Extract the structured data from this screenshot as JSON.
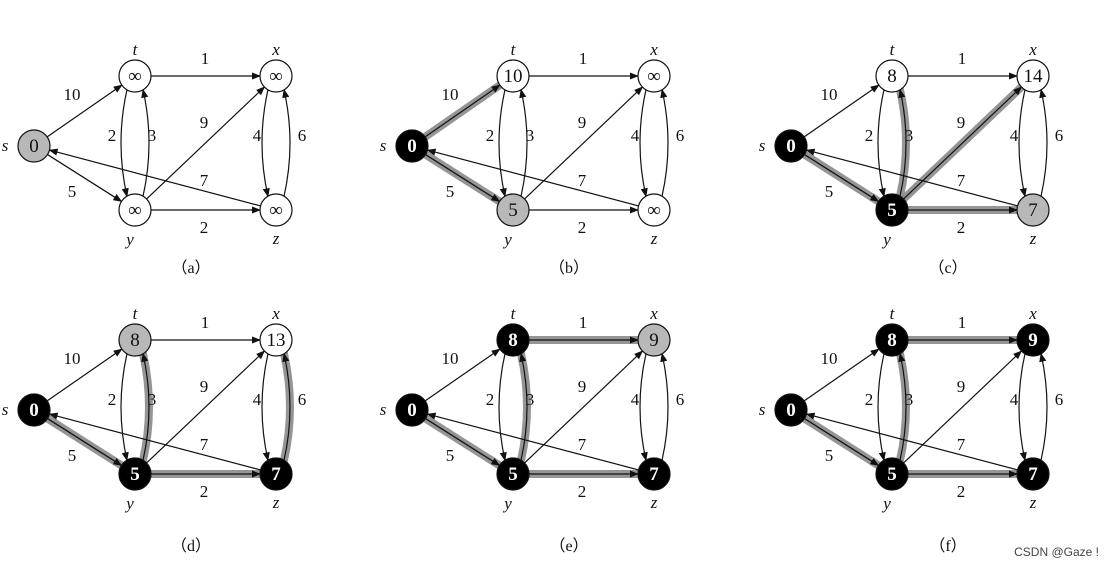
{
  "watermark": "CSDN @Gaze !",
  "panels": [
    {
      "caption": "（a）",
      "nodes": {
        "s": {
          "value": "0",
          "state": "gray"
        },
        "t": {
          "value": "∞",
          "state": "white"
        },
        "x": {
          "value": "∞",
          "state": "white"
        },
        "y": {
          "value": "∞",
          "state": "white"
        },
        "z": {
          "value": "∞",
          "state": "white"
        }
      },
      "highlighted_edges": []
    },
    {
      "caption": "（b）",
      "nodes": {
        "s": {
          "value": "0",
          "state": "black"
        },
        "t": {
          "value": "10",
          "state": "white"
        },
        "x": {
          "value": "∞",
          "state": "white"
        },
        "y": {
          "value": "5",
          "state": "gray"
        },
        "z": {
          "value": "∞",
          "state": "white"
        }
      },
      "highlighted_edges": [
        "s-t",
        "s-y"
      ]
    },
    {
      "caption": "（c）",
      "nodes": {
        "s": {
          "value": "0",
          "state": "black"
        },
        "t": {
          "value": "8",
          "state": "white"
        },
        "x": {
          "value": "14",
          "state": "white"
        },
        "y": {
          "value": "5",
          "state": "black"
        },
        "z": {
          "value": "7",
          "state": "gray"
        }
      },
      "highlighted_edges": [
        "s-y",
        "y-t",
        "y-x",
        "y-z"
      ]
    },
    {
      "caption": "（d）",
      "nodes": {
        "s": {
          "value": "0",
          "state": "black"
        },
        "t": {
          "value": "8",
          "state": "gray"
        },
        "x": {
          "value": "13",
          "state": "white"
        },
        "y": {
          "value": "5",
          "state": "black"
        },
        "z": {
          "value": "7",
          "state": "black"
        }
      },
      "highlighted_edges": [
        "s-y",
        "y-t",
        "y-z",
        "z-x"
      ]
    },
    {
      "caption": "（e）",
      "nodes": {
        "s": {
          "value": "0",
          "state": "black"
        },
        "t": {
          "value": "8",
          "state": "black"
        },
        "x": {
          "value": "9",
          "state": "gray"
        },
        "y": {
          "value": "5",
          "state": "black"
        },
        "z": {
          "value": "7",
          "state": "black"
        }
      },
      "highlighted_edges": [
        "s-y",
        "y-t",
        "y-z",
        "t-x"
      ]
    },
    {
      "caption": "（f）",
      "nodes": {
        "s": {
          "value": "0",
          "state": "black"
        },
        "t": {
          "value": "8",
          "state": "black"
        },
        "x": {
          "value": "9",
          "state": "black"
        },
        "y": {
          "value": "5",
          "state": "black"
        },
        "z": {
          "value": "7",
          "state": "black"
        }
      },
      "highlighted_edges": [
        "s-y",
        "y-t",
        "y-z",
        "t-x"
      ]
    }
  ],
  "graph": {
    "node_names": {
      "s": "s",
      "t": "t",
      "x": "x",
      "y": "y",
      "z": "z"
    },
    "edges": [
      {
        "id": "s-t",
        "from": "s",
        "to": "t",
        "weight": "10"
      },
      {
        "id": "s-y",
        "from": "s",
        "to": "y",
        "weight": "5"
      },
      {
        "id": "t-x",
        "from": "t",
        "to": "x",
        "weight": "1"
      },
      {
        "id": "t-y",
        "from": "t",
        "to": "y",
        "weight": "2"
      },
      {
        "id": "y-t",
        "from": "y",
        "to": "t",
        "weight": "3"
      },
      {
        "id": "y-x",
        "from": "y",
        "to": "x",
        "weight": "9"
      },
      {
        "id": "y-z",
        "from": "y",
        "to": "z",
        "weight": "2"
      },
      {
        "id": "x-z",
        "from": "x",
        "to": "z",
        "weight": "4"
      },
      {
        "id": "z-x",
        "from": "z",
        "to": "x",
        "weight": "6"
      },
      {
        "id": "z-s",
        "from": "z",
        "to": "s",
        "weight": "7"
      }
    ]
  },
  "colors": {
    "node_white": "#ffffff",
    "node_gray": "#b8b8b8",
    "node_black": "#000000",
    "edge": "#111111",
    "highlight": "#8a8a8a"
  }
}
